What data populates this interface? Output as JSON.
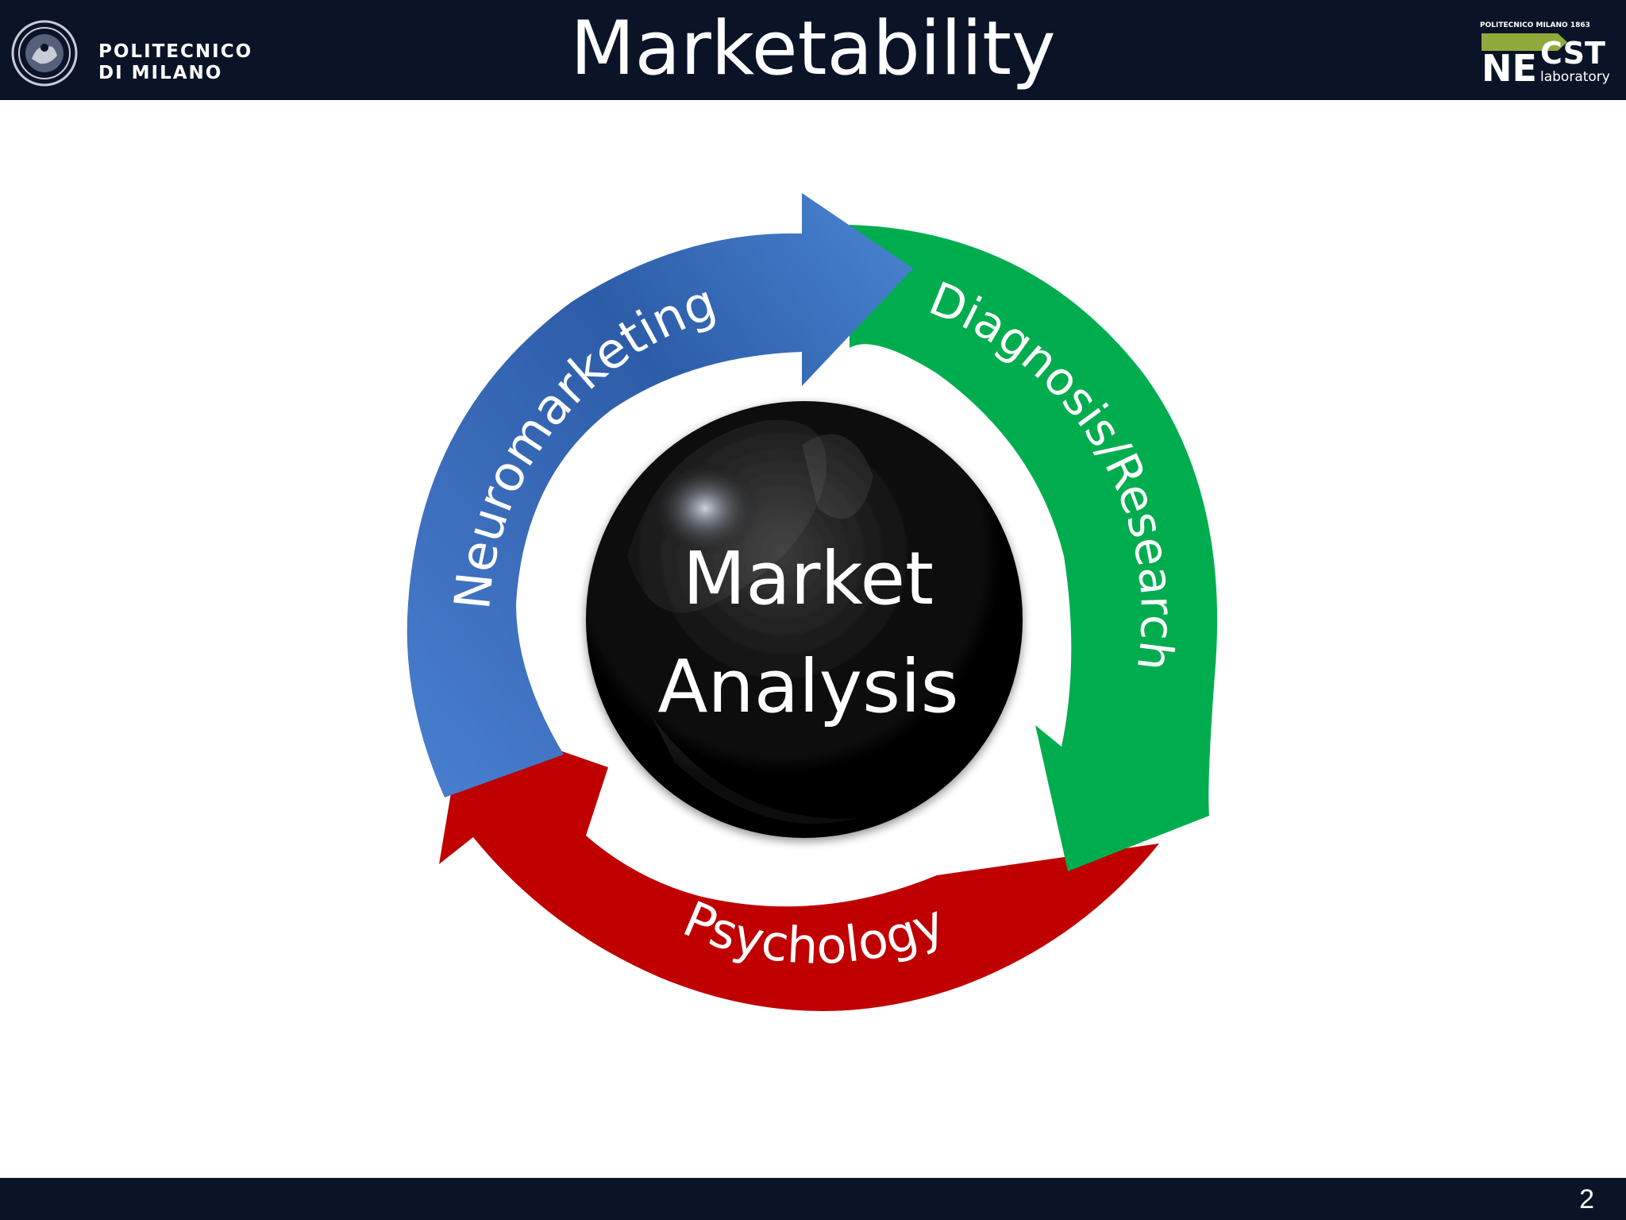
{
  "header": {
    "title": "Marketability",
    "left_logo": {
      "line1": "POLITECNICO",
      "line2": "DI MILANO",
      "icon": "university-seal-icon"
    },
    "right_logo": {
      "top": "POLITECNICO MILANO 1863",
      "ne": "NE",
      "cst": "CST",
      "sub": "laboratory"
    }
  },
  "diagram": {
    "center": {
      "line1": "Market",
      "line2": "Analysis"
    },
    "cycle": [
      {
        "label": "Neuromarketing",
        "color": "#3a73c4"
      },
      {
        "label": "Diagnosis/Research",
        "color": "#00ad4e"
      },
      {
        "label": "Psychology",
        "color": "#c00000"
      }
    ]
  },
  "footer": {
    "page_number": "2"
  },
  "colors": {
    "bar": "#0b1427",
    "text": "#ffffff"
  }
}
